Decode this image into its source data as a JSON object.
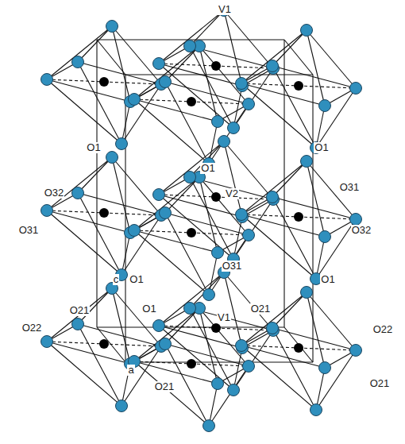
{
  "diagram": {
    "labels": [
      "V1",
      "O1",
      "O1",
      "O1",
      "O32",
      "V2",
      "O31",
      "O31",
      "O32",
      "O31",
      "c",
      "O1",
      "O1",
      "O1",
      "V1",
      "O21",
      "O21",
      "O22",
      "O22",
      "a",
      "O21",
      "O21"
    ]
  }
}
